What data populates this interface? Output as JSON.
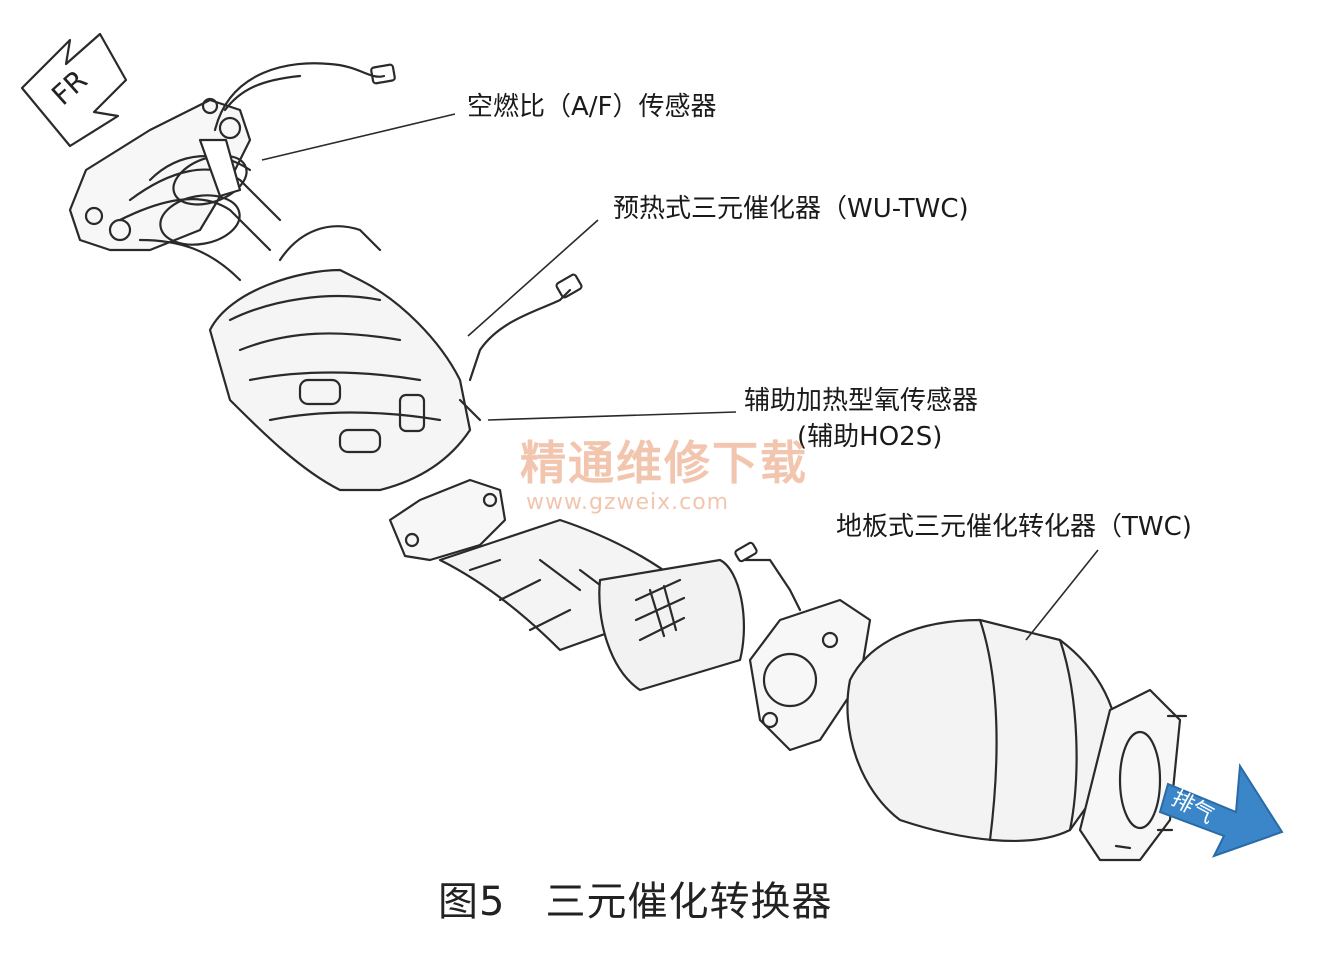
{
  "labels": {
    "af_sensor": "空燃比（A/F）传感器",
    "wu_twc": "预热式三元催化器（WU-TWC)",
    "ho2s_line1": "辅助加热型氧传感器",
    "ho2s_line2": "(辅助HO2S)",
    "twc": "地板式三元催化转化器（TWC)"
  },
  "caption": {
    "number": "图5",
    "title": "三元催化转换器"
  },
  "direction_marker": "FR",
  "exhaust_marker": "排气",
  "watermark": {
    "cn": "精通维修下载",
    "url": "www.gzweix.com"
  },
  "colors": {
    "line": "#2a2a2a",
    "exhaust_arrow": "#3a86c8",
    "watermark": "#e8966e"
  }
}
